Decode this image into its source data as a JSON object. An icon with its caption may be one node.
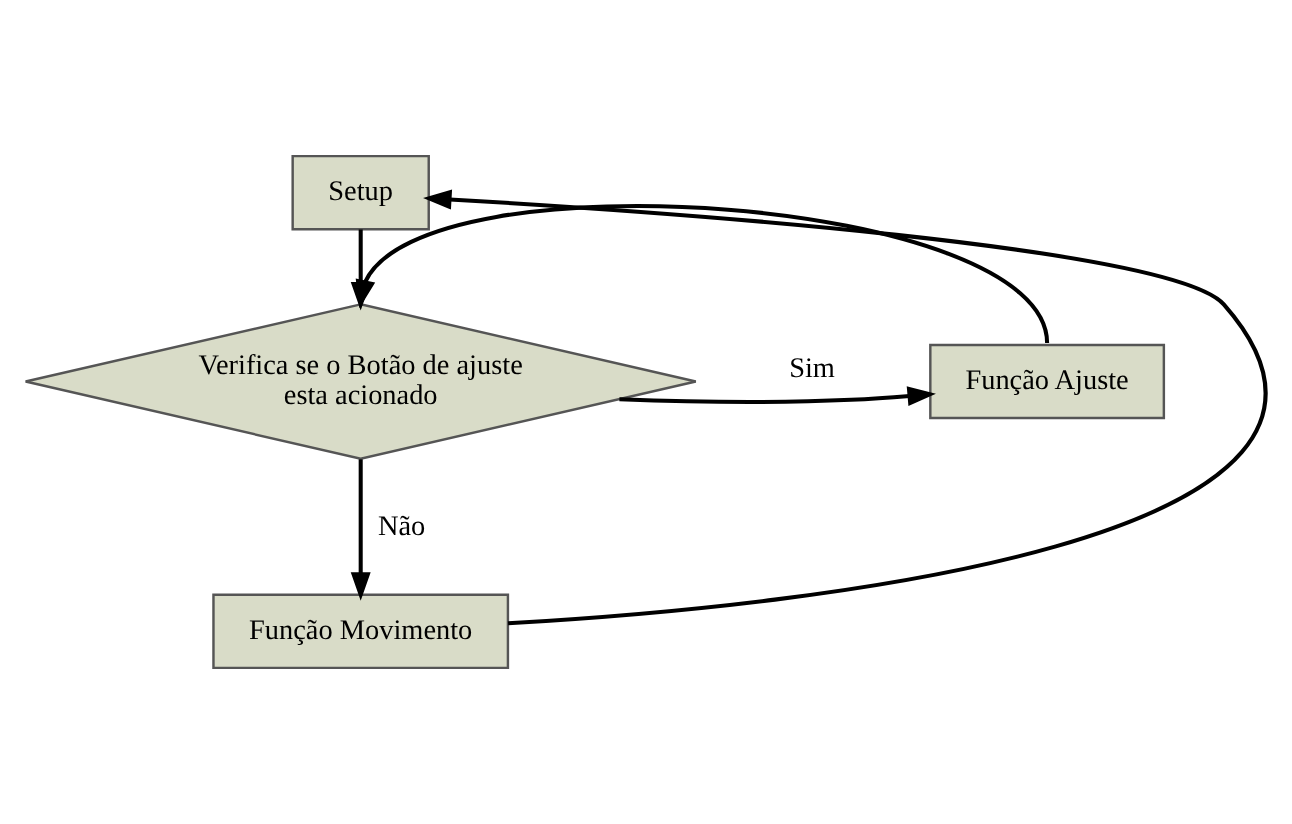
{
  "diagram": {
    "nodes": [
      {
        "text": [
          "Setup"
        ]
      },
      {
        "text": [
          "Verifica se o Botão de ajuste esta acionado"
        ]
      },
      {
        "text": [
          "Função Ajuste"
        ]
      },
      {
        "text": [
          "Função Movimento"
        ]
      }
    ],
    "edges": [
      {
        "from": 0,
        "to": 1,
        "arrow": "to"
      },
      {
        "from": 1,
        "to": 2,
        "arrow": "to",
        "label": "Sim"
      },
      {
        "from": 2,
        "to": 1,
        "arrow": "to"
      },
      {
        "from": 1,
        "to": 3,
        "arrow": "to",
        "label": "Não"
      },
      {
        "from": 3,
        "to": 0,
        "arrow": "to"
      }
    ]
  }
}
